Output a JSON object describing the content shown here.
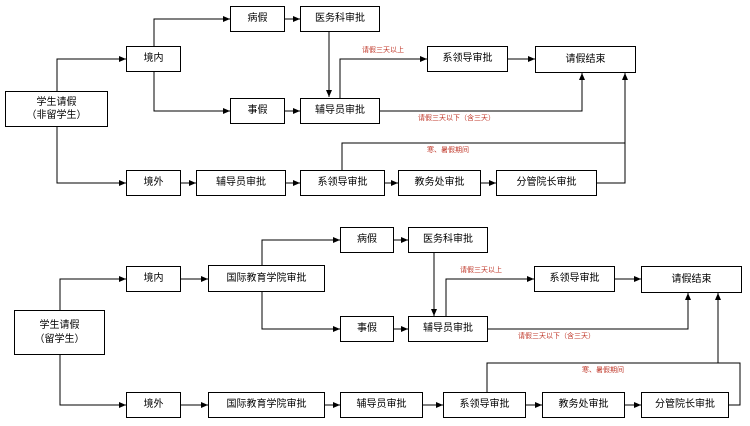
{
  "colors": {
    "line": "#000000",
    "box_border": "#000000",
    "note_text": "#c0392b"
  },
  "non_intl": {
    "start_line1": "学生请假",
    "start_line2": "（非留学生）",
    "domestic": "境内",
    "sick": "病假",
    "medical": "医务科审批",
    "personal": "事假",
    "counselor": "辅导员审批",
    "dept_leader": "系领导审批",
    "leave_end": "请假结束",
    "abroad": "境外",
    "abroad_counselor": "辅导员审批",
    "abroad_dept_leader": "系领导审批",
    "academic_affairs": "教务处审批",
    "vice_dean": "分管院长审批",
    "note_over3": "请假三天以上",
    "note_under3": "请假三天以下（含三天）",
    "note_vacation": "寒、暑假期间"
  },
  "intl": {
    "start_line1": "学生请假",
    "start_line2": "（留学生）",
    "domestic": "境内",
    "intl_college": "国际教育学院审批",
    "sick": "病假",
    "medical": "医务科审批",
    "personal": "事假",
    "counselor": "辅导员审批",
    "dept_leader": "系领导审批",
    "leave_end": "请假结束",
    "abroad": "境外",
    "abroad_intl_college": "国际教育学院审批",
    "abroad_counselor": "辅导员审批",
    "abroad_dept_leader": "系领导审批",
    "academic_affairs": "教务处审批",
    "vice_dean": "分管院长审批",
    "note_over3": "请假三天以上",
    "note_under3": "请假三天以下（含三天）",
    "note_vacation": "寒、暑假期间"
  }
}
